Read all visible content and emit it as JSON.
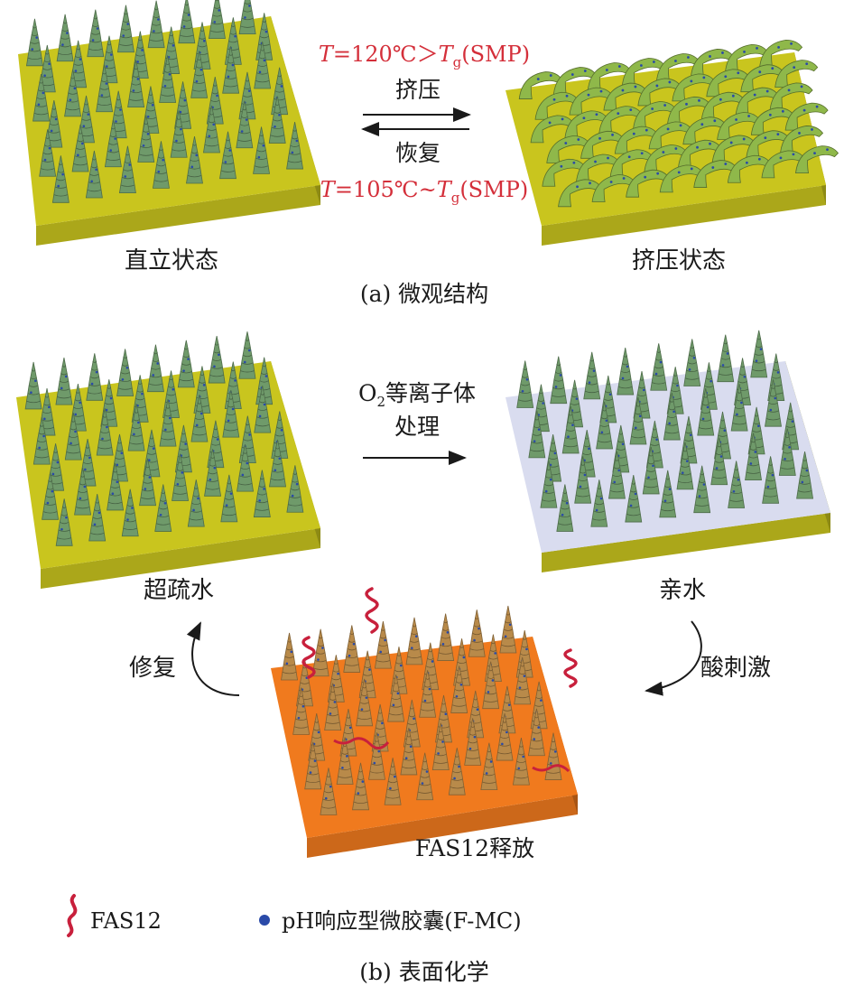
{
  "panel_a": {
    "condition_top": {
      "T": "T",
      "rest": "=120℃＞",
      "Tg": "T",
      "sub": "g",
      "tail": "(SMP)"
    },
    "arrow_forward_label": "挤压",
    "arrow_back_label": "恢复",
    "condition_bottom": {
      "T": "T",
      "rest": "=105℃~",
      "Tg": "T",
      "sub": "g",
      "tail": "(SMP)"
    },
    "left_state": "直立状态",
    "right_state": "挤压状态",
    "caption": "(a) 微观结构"
  },
  "panel_b": {
    "o2_label": "O",
    "o2_sub": "2",
    "o2_rest": "等离子体",
    "process_label": "处理",
    "superhydrophobic": "超疏水",
    "hydrophilic": "亲水",
    "acid_stimulus": "酸刺激",
    "repair": "修复",
    "release": "FAS12释放",
    "caption": "(b) 表面化学"
  },
  "legend": [
    {
      "icon": "fas12-squiggle-icon",
      "label": "FAS12",
      "color": "#c8203c"
    },
    {
      "icon": "blue-dot-icon",
      "label": "pH响应型微胶囊(F-MC)",
      "color": "#2a4aa8"
    }
  ],
  "colors": {
    "substrate_olive": "#c9c51e",
    "substrate_orange": "#f07a1e",
    "hydrophilic_surface": "#d9dcef",
    "pillar_green": "#6f9a6a",
    "pillar_rust": "#b88a4a",
    "condition_red": "#d42f3a"
  }
}
